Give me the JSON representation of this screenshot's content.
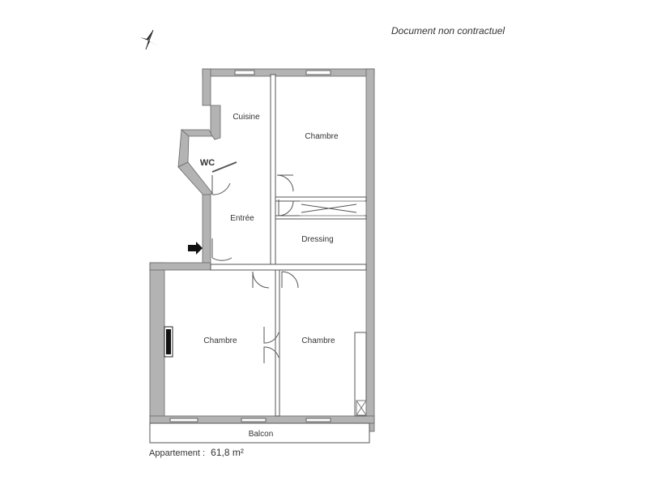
{
  "header": {
    "disclaimer": "Document non contractuel"
  },
  "rooms": {
    "cuisine": "Cuisine",
    "chambre_top": "Chambre",
    "wc": "WC",
    "entree": "Entrée",
    "dressing": "Dressing",
    "chambre_left": "Chambre",
    "chambre_right": "Chambre",
    "balcon": "Balcon"
  },
  "footer": {
    "area_label": "Appartement :",
    "area_value": "61,8 m²"
  },
  "icons": {
    "compass": "north-arrow-icon",
    "entrance": "entrance-arrow-icon"
  },
  "colors": {
    "wall": "#b3b3b3",
    "wall_outline": "#666666",
    "text": "#333333"
  }
}
